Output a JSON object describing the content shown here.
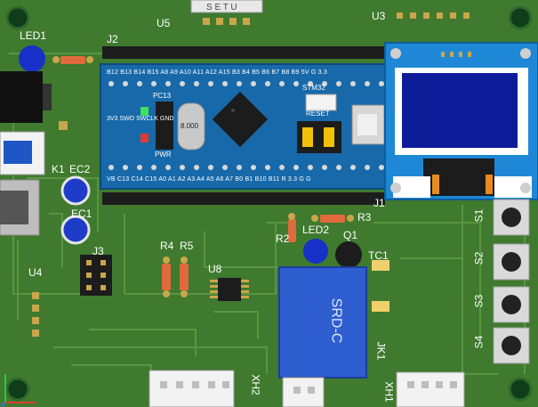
{
  "board": {
    "labels": {
      "led1": "LED1",
      "led2": "LED2",
      "u5": "U5",
      "u3": "U3",
      "u4": "U4",
      "u8": "U8",
      "j1": "J1",
      "j2": "J2",
      "j3": "J3",
      "k1": "K1",
      "ec1": "EC1",
      "ec2": "EC2",
      "r2": "R2",
      "r3": "R3",
      "r4": "R4",
      "r5": "R5",
      "q1": "Q1",
      "tc1": "TC1",
      "jk1": "JK1",
      "s1": "S1",
      "s2": "S2",
      "s3": "S3",
      "s4": "S4",
      "xh1": "XH1",
      "xh2": "XH2",
      "relay_text": "SRD-C",
      "setu": "S E T U",
      "stm32": "STM32",
      "reset": "RESET",
      "pc13": "PC13",
      "pwr": "PWR",
      "crystal": "8.000",
      "header_top_pins": "B12 B13 B14 B15 A8 A9 A10 A11 A12 A15 B3 B4 B5 B6 B7 B8 B9 5V G 3.3",
      "header_bottom_pins": "VB C13 C14 C15 A0 A1 A2 A3 A4 A5 A6 A7 B0 B1 B10 B11 R 3.3 G G",
      "swd_labels": "3V3 SWO SWCLK GND"
    },
    "colors": {
      "pcb": "#3f7a2f",
      "bluepill": "#1769aa",
      "oled": "#1e88d6",
      "relay": "#2f5ed1",
      "led": "#1630c8"
    },
    "icons": [
      "oled-display-icon",
      "relay-icon",
      "usb-connector-icon",
      "dc-jack-icon",
      "tactile-switch-icon",
      "crystal-icon",
      "mcu-chip-icon",
      "axis-icon"
    ]
  }
}
